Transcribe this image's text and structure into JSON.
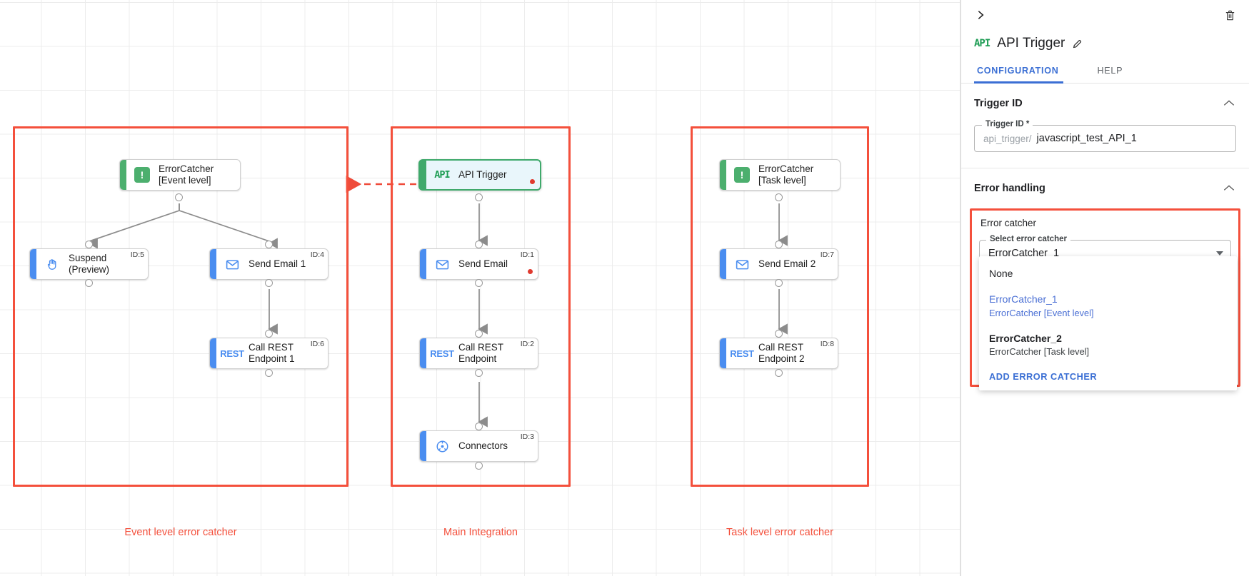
{
  "canvas": {
    "groups": [
      {
        "caption": "Event level error catcher"
      },
      {
        "caption": "Main Integration"
      },
      {
        "caption": "Task level error catcher"
      }
    ],
    "nodes": {
      "error_catcher_event": {
        "title": "ErrorCatcher\n[Event level]",
        "icon": "alert-icon",
        "id_tag": ""
      },
      "suspend": {
        "title": "Suspend\n(Preview)",
        "icon": "hand-icon",
        "id_tag": "ID:5"
      },
      "send_email_1": {
        "title": "Send Email 1",
        "icon": "envelope-icon",
        "id_tag": "ID:4"
      },
      "call_rest_1": {
        "title": "Call REST\nEndpoint 1",
        "icon": "REST",
        "id_tag": "ID:6"
      },
      "api_trigger": {
        "title": "API Trigger",
        "icon": "API",
        "id_tag": ""
      },
      "send_email": {
        "title": "Send Email",
        "icon": "envelope-icon",
        "id_tag": "ID:1"
      },
      "call_rest": {
        "title": "Call REST\nEndpoint",
        "icon": "REST",
        "id_tag": "ID:2"
      },
      "connectors": {
        "title": "Connectors",
        "icon": "connectors-icon",
        "id_tag": "ID:3"
      },
      "error_catcher_task": {
        "title": "ErrorCatcher\n[Task level]",
        "icon": "alert-icon",
        "id_tag": ""
      },
      "send_email_2": {
        "title": "Send Email 2",
        "icon": "envelope-icon",
        "id_tag": "ID:7"
      },
      "call_rest_2": {
        "title": "Call REST\nEndpoint 2",
        "icon": "REST",
        "id_tag": "ID:8"
      }
    }
  },
  "panel": {
    "title": "API Trigger",
    "api_badge": "API",
    "tabs": [
      {
        "label": "CONFIGURATION"
      },
      {
        "label": "HELP"
      }
    ],
    "trigger_id_section": {
      "heading": "Trigger ID",
      "field_legend": "Trigger ID *",
      "prefix": "api_trigger/",
      "value": "javascript_test_API_1"
    },
    "error_handling_section": {
      "heading": "Error handling",
      "card_label": "Error catcher",
      "select_legend": "Select error catcher",
      "selected_value": "ErrorCatcher_1",
      "options": [
        {
          "primary": "None",
          "secondary": "",
          "selected": false,
          "bold": false
        },
        {
          "primary": "ErrorCatcher_1",
          "secondary": "ErrorCatcher [Event level]",
          "selected": true,
          "bold": false
        },
        {
          "primary": "ErrorCatcher_2",
          "secondary": "ErrorCatcher [Task level]",
          "selected": false,
          "bold": true
        }
      ],
      "add_action": "ADD ERROR CATCHER"
    }
  },
  "colors": {
    "accent_blue": "#3b6fd4",
    "error_red": "#f4503c",
    "node_green": "#4caf6e",
    "node_blue": "#4a8df0"
  }
}
